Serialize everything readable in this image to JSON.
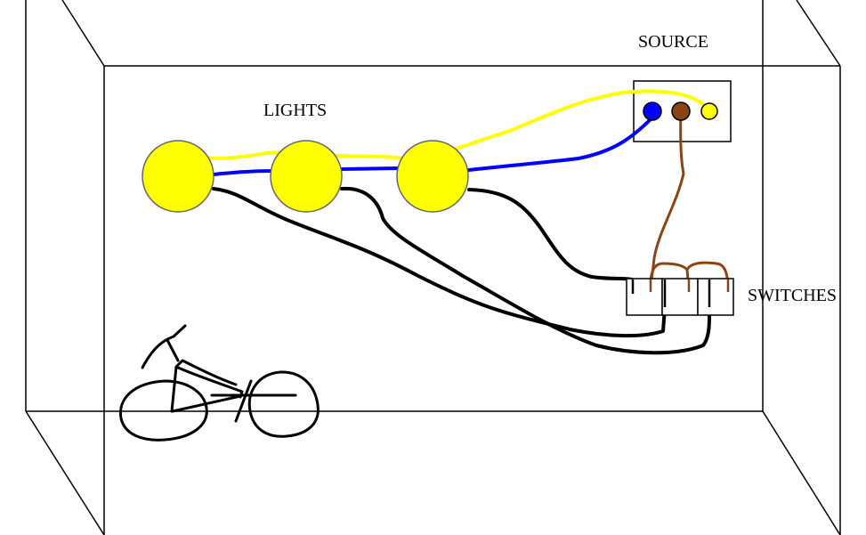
{
  "labels": {
    "source": "SOURCE",
    "lights": "LIGHTS",
    "switches": "SWITCHES"
  },
  "colors": {
    "light_fill": "#ffff00",
    "hot_wire": "#8b4513",
    "neutral_wire": "#0000ff",
    "ground_wire": "#ffff00",
    "switch_leg": "#000000",
    "outline": "#000000"
  },
  "icons": {
    "bicycle": "bicycle-sketch"
  }
}
